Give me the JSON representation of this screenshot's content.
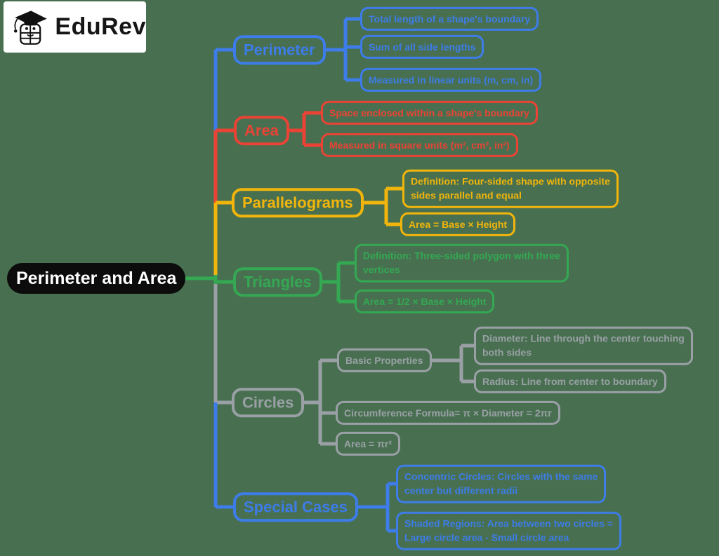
{
  "logo": {
    "brand": "EduRev",
    "icon": "edurev-mascot-icon"
  },
  "palette": {
    "background": "#487050",
    "blue": "#3d7ce9",
    "red": "#ea4335",
    "yellow": "#f2b50b",
    "green": "#34a853",
    "gray": "#9aa0a6",
    "root_bg": "#0c0c0c",
    "root_text": "#ffffff"
  },
  "map": {
    "root": {
      "label": "Perimeter and Area"
    },
    "topics": [
      {
        "label": "Perimeter",
        "color": "#3d7ce9",
        "children": [
          {
            "text": "Total length of a shape's boundary"
          },
          {
            "text": "Sum of all side lengths"
          },
          {
            "text": "Measured in linear units (m, cm, in)"
          }
        ]
      },
      {
        "label": "Area",
        "color": "#ea4335",
        "children": [
          {
            "text": "Space enclosed within a shape's boundary"
          },
          {
            "text": "Measured in square units (m², cm², in²)"
          }
        ]
      },
      {
        "label": "Parallelograms",
        "color": "#f2b50b",
        "children": [
          {
            "text": "Definition: Four-sided shape with opposite\nsides parallel and equal"
          },
          {
            "text": "Area = Base × Height"
          }
        ]
      },
      {
        "label": "Triangles",
        "color": "#34a853",
        "children": [
          {
            "text": "Definition: Three-sided polygon with three\nvertices"
          },
          {
            "text": "Area = 1/2 × Base × Height"
          }
        ]
      },
      {
        "label": "Circles",
        "color": "#9aa0a6",
        "children": [
          {
            "text": "Basic Properties",
            "children": [
              {
                "text": "Diameter: Line through the center touching\nboth sides"
              },
              {
                "text": "Radius: Line from center to boundary"
              }
            ]
          },
          {
            "text": "Circumference Formula= π × Diameter = 2πr"
          },
          {
            "text": "Area = πr²"
          }
        ]
      },
      {
        "label": "Special Cases",
        "color": "#3d7ce9",
        "children": [
          {
            "text": "Concentric Circles: Circles with the same\ncenter but different radii"
          },
          {
            "text": "Shaded Regions: Area between two circles =\nLarge circle area - Small circle area"
          }
        ]
      }
    ]
  }
}
